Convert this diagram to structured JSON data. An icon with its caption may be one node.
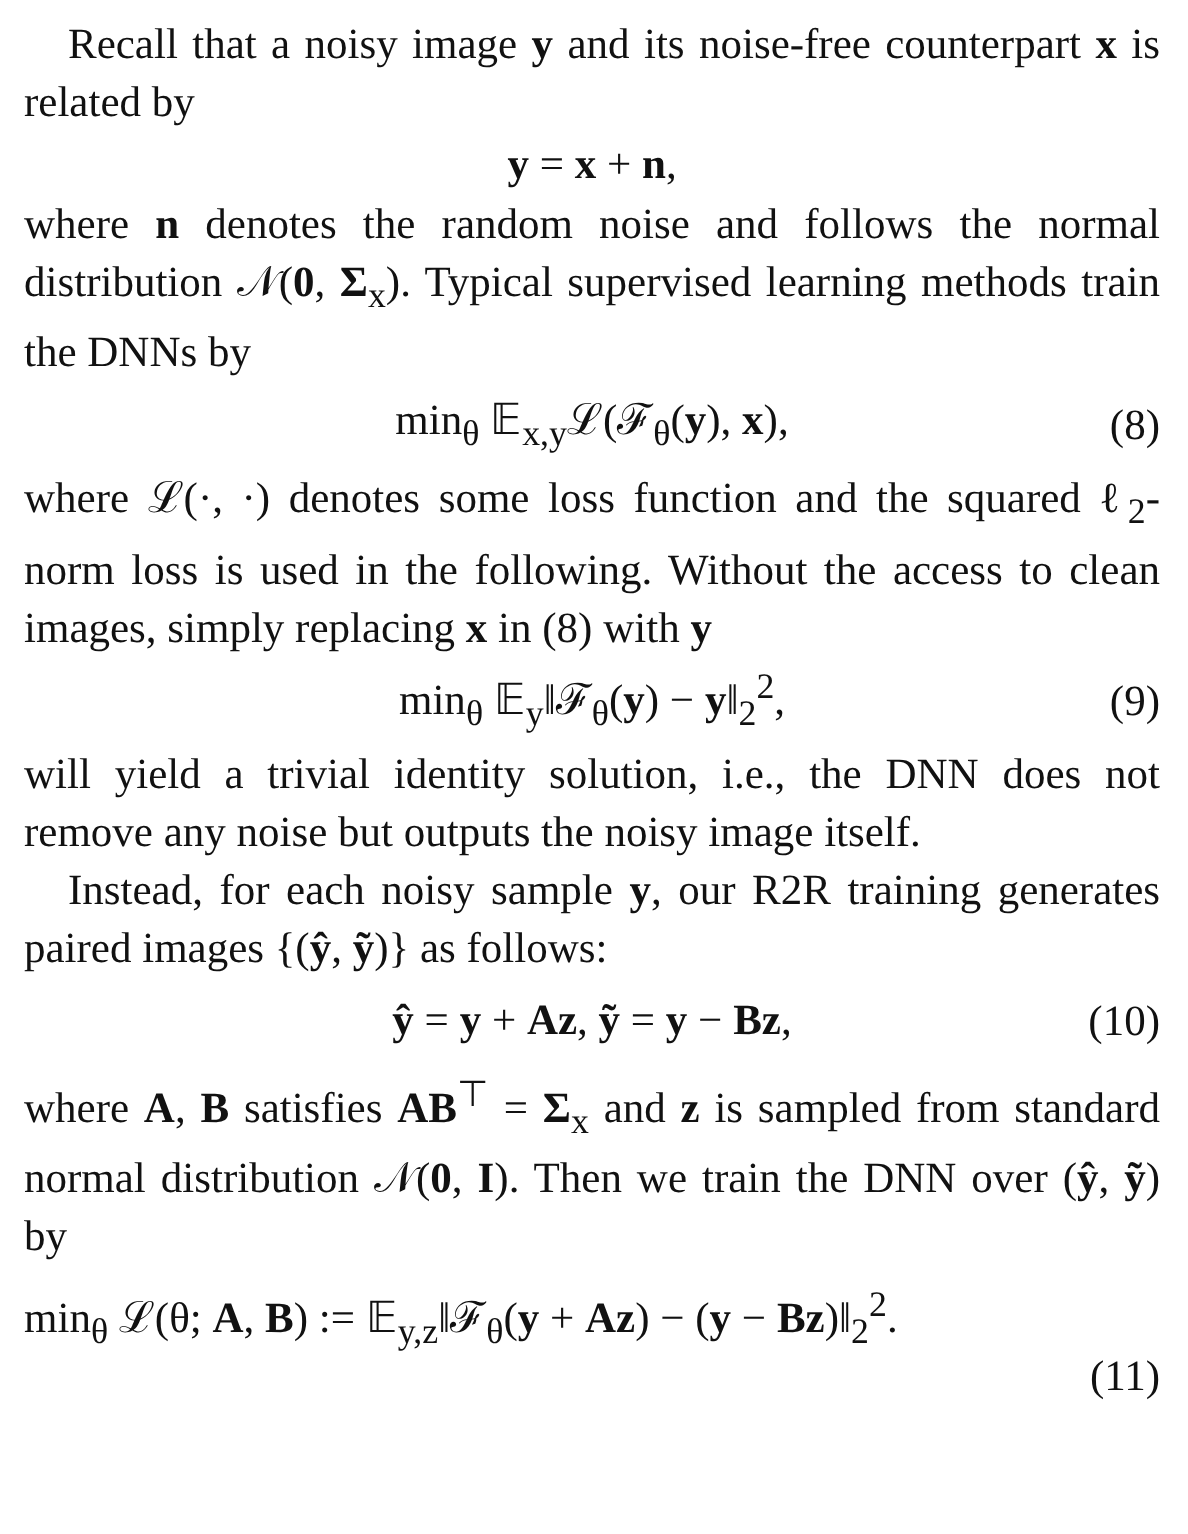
{
  "diagram": {
    "labels": [
      "Recall that a noisy image **y** and its noise-free counterpart **x** is related by",
      "**y** = **x** + **n**,",
      "where **n** denotes the random noise and follows the normal distribution 𝒩(**0**, **Σ**$_{x}$). Typical supervised learning methods train the DNNs by",
      "min$_{θ}$ 𝔼$_{x,y}$ℒ(ℱ$_{θ}$(**y**), **x**),",
      "(8)",
      "where ℒ(·, ·) denotes some loss function and the squared ℓ$_{2}$-norm loss is used in the following. Without the access to clean images, simply replacing **x** in (8) with **y**",
      "min$_{θ}$ 𝔼$_{y}$‖ℱ$_{θ}$(**y**) − **y**‖$_{2}$$^{2}$,",
      "(9)",
      "will yield a trivial identity solution, i.e., the DNN does not remove any noise but outputs the noisy image itself.",
      "Instead, for each noisy sample **y**, our R2R training generates paired images {(**ŷ**, **ỹ**)} as follows:",
      "**ŷ** = **y** + **Az**, **ỹ** = **y** − **Bz**,",
      "(10)",
      "where **A**, **B** satisfies **AB**$^{⊤}$ = **Σ**$_{x}$ and **z** is sampled from standard normal distribution 𝒩(**0**, **I**). Then we train the DNN over (**ŷ**, **ỹ**) by",
      "min$_{θ}$ ℒ(θ; **A**, **B**) := 𝔼$_{y,z}$‖ℱ$_{θ}$(**y** + **Az**) − (**y** − **Bz**)‖$_{2}$$^{2}$.",
      "(11)"
    ]
  }
}
